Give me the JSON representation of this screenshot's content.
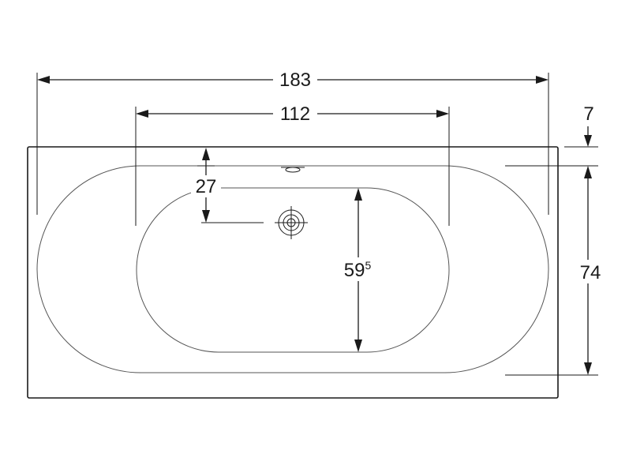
{
  "dimensions": {
    "overall_length": "183",
    "inner_width": "112",
    "rim_top": "7",
    "overall_width": "74",
    "drain_offset": "27",
    "inner_depth": {
      "main": "59",
      "sup": "5"
    }
  }
}
